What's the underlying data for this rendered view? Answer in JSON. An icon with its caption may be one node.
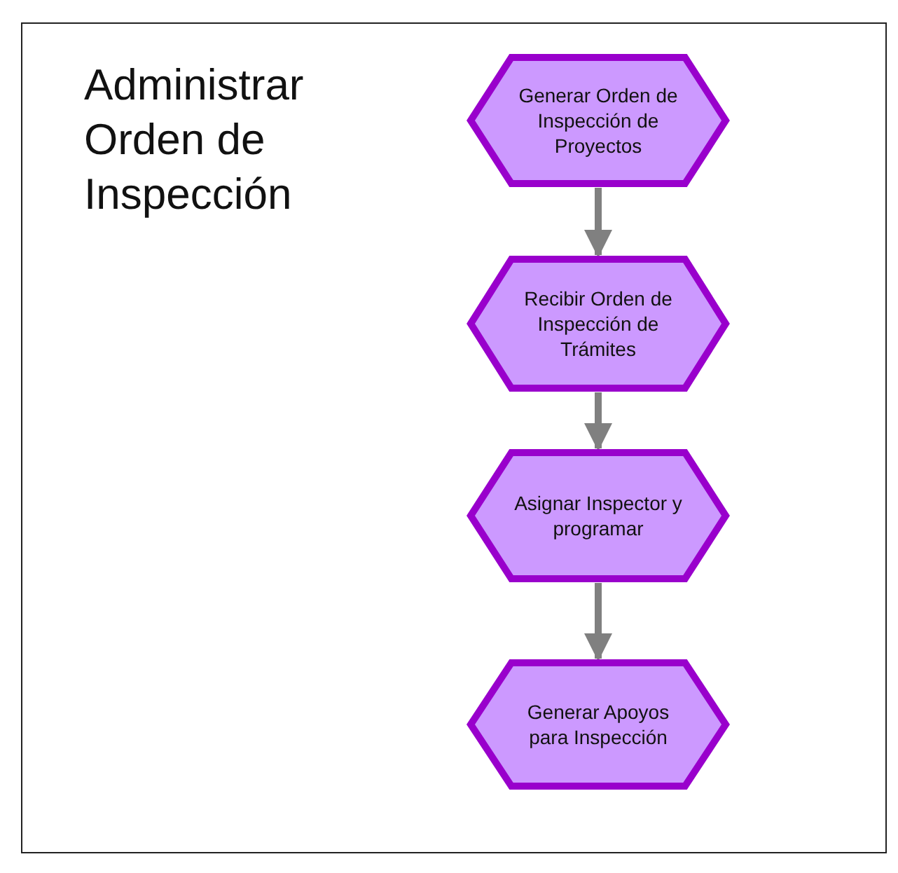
{
  "diagram": {
    "title": "Administrar Orden de Inspección",
    "nodes": [
      {
        "text": [
          "Generar Orden de Inspección de Proyectos"
        ]
      },
      {
        "text": [
          "Recibir Orden de Inspección de Trámites"
        ]
      },
      {
        "text": [
          "Asignar Inspector y programar"
        ]
      },
      {
        "text": [
          "Generar Apoyos para Inspección"
        ]
      }
    ],
    "edges": [
      {
        "from": 0,
        "to": 1,
        "arrow": "to"
      },
      {
        "from": 1,
        "to": 2,
        "arrow": "to"
      },
      {
        "from": 2,
        "to": 3,
        "arrow": "to"
      }
    ]
  }
}
